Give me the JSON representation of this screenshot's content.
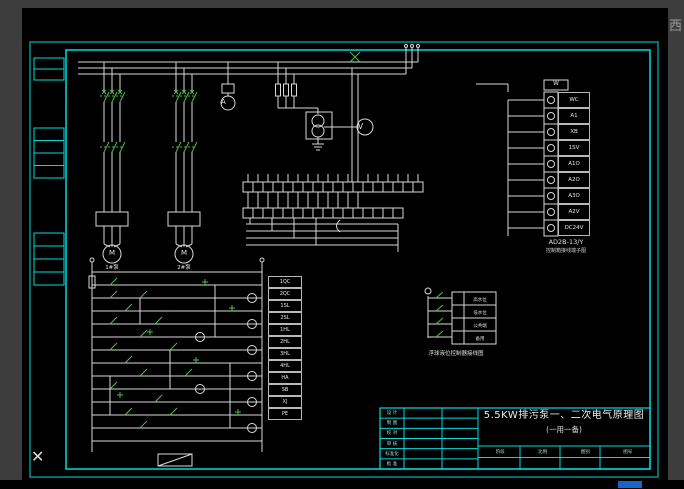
{
  "chrome": {
    "watermark": "西",
    "close_label": "✕"
  },
  "meters": {
    "ammeter": "A",
    "voltmeter": "V"
  },
  "power": {
    "motor1": {
      "symbol": "M",
      "label": "1#泵"
    },
    "motor2": {
      "symbol": "M",
      "label": "2#泵"
    }
  },
  "terminal_block": {
    "header": "W",
    "rows": [
      "WC",
      "A1",
      "XB",
      "1SV",
      "A1O",
      "A2O",
      "A3O",
      "A2V",
      "DC24V"
    ],
    "model": "AD2B-13/Y",
    "caption": "控制箱接线端子图"
  },
  "ladder": {
    "terminals": [
      "1QC",
      "2QC",
      "1SL",
      "2SL",
      "1HL",
      "2HL",
      "3HL",
      "4HL",
      "HA",
      "SB",
      "XJ",
      "PE"
    ]
  },
  "level_controller": {
    "rows": [
      "高水位",
      "低水位",
      "公共端",
      "备用"
    ],
    "caption": "浮球液位控制器接线图"
  },
  "title_block": {
    "title": "5.5KW排污泵一、二次电气原理图",
    "subtitle": "(一用一备)",
    "left_rows": [
      "设 计",
      "制 图",
      "校 对",
      "审 核",
      "标准化",
      "批 准"
    ],
    "bottom_cells": [
      "阶段",
      "比例",
      "图别",
      "图号"
    ]
  }
}
